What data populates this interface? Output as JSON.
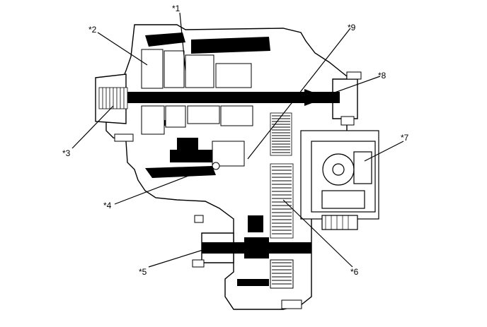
{
  "callouts": [
    {
      "id": "c1",
      "label": "*1"
    },
    {
      "id": "c2",
      "label": "*2"
    },
    {
      "id": "c3",
      "label": "*3"
    },
    {
      "id": "c4",
      "label": "*4"
    },
    {
      "id": "c5",
      "label": "*5"
    },
    {
      "id": "c6",
      "label": "*6"
    },
    {
      "id": "c7",
      "label": "*7"
    },
    {
      "id": "c8",
      "label": "*8"
    },
    {
      "id": "c9",
      "label": "*9"
    }
  ],
  "colors": {
    "ink": "#000000",
    "paper": "#ffffff",
    "shade": "#d9d9d9"
  }
}
